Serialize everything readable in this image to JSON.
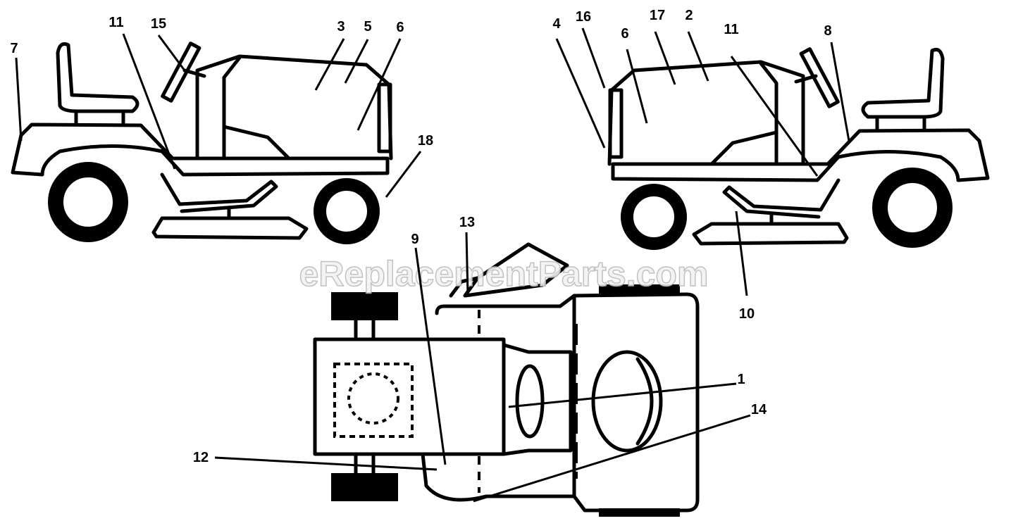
{
  "watermark": "eReplacementParts.com",
  "callouts": {
    "left_view": {
      "c7": "7",
      "c11": "11",
      "c15": "15",
      "c3": "3",
      "c5": "5",
      "c6": "6",
      "c18": "18"
    },
    "right_view": {
      "c4": "4",
      "c16": "16",
      "c6": "6",
      "c17": "17",
      "c2": "2",
      "c11": "11",
      "c8": "8",
      "c10": "10"
    },
    "top_view": {
      "c13": "13",
      "c9": "9",
      "c1": "1",
      "c14": "14",
      "c12": "12"
    }
  }
}
